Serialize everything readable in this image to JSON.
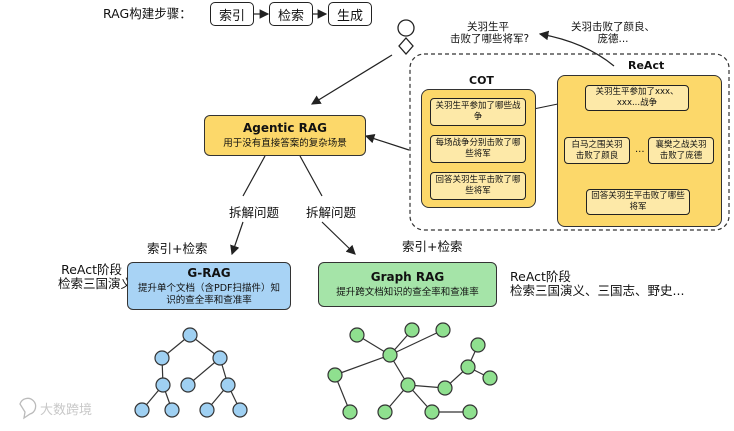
{
  "pipeline": {
    "label": "RAG构建步骤：",
    "steps": [
      "索引",
      "检索",
      "生成"
    ]
  },
  "question": {
    "text_line1": "关羽生平",
    "text_line2": "击败了哪些将军?",
    "answer_line1": "关羽击败了颜良、",
    "answer_line2": "庞德..."
  },
  "agentic": {
    "title": "Agentic RAG",
    "subtitle": "用于没有直接答案的复杂场景"
  },
  "cot": {
    "label": "COT",
    "steps": [
      "关羽生平参加了哪些战争",
      "每场战争分别击败了哪些将军",
      "回答关羽生平击败了哪些将军"
    ]
  },
  "react": {
    "label": "ReAct",
    "top": "关羽生平参加了xxx、xxx...战争",
    "left": "白马之围关羽击败了颜良",
    "ellipsis": "...",
    "right": "襄樊之战关羽击败了庞德",
    "bottom": "回答关羽生平击败了哪些将军"
  },
  "branches": {
    "decompose_left": "拆解问题",
    "decompose_right": "拆解问题",
    "index_retrieve_left": "索引+检索",
    "index_retrieve_right": "索引+检索"
  },
  "grag": {
    "title": "G-RAG",
    "subtitle": "提升单个文档（含PDF扫描件）知识的查全率和查准率",
    "stage_line1": "ReAct阶段",
    "stage_line2": "检索三国演义"
  },
  "graphrag": {
    "title": "Graph RAG",
    "subtitle": "提升跨文档知识的查全率和查准率",
    "stage_line1": "ReAct阶段",
    "stage_line2": "检索三国演义、三国志、野史..."
  },
  "watermark": "大数跨境",
  "colors": {
    "yellow": "#fcd86a",
    "light_yellow": "#fde9a8",
    "blue": "#a8d3f5",
    "green": "#a5e4a8",
    "blue_node": "#9fd0f2",
    "green_node": "#8fe08f"
  }
}
